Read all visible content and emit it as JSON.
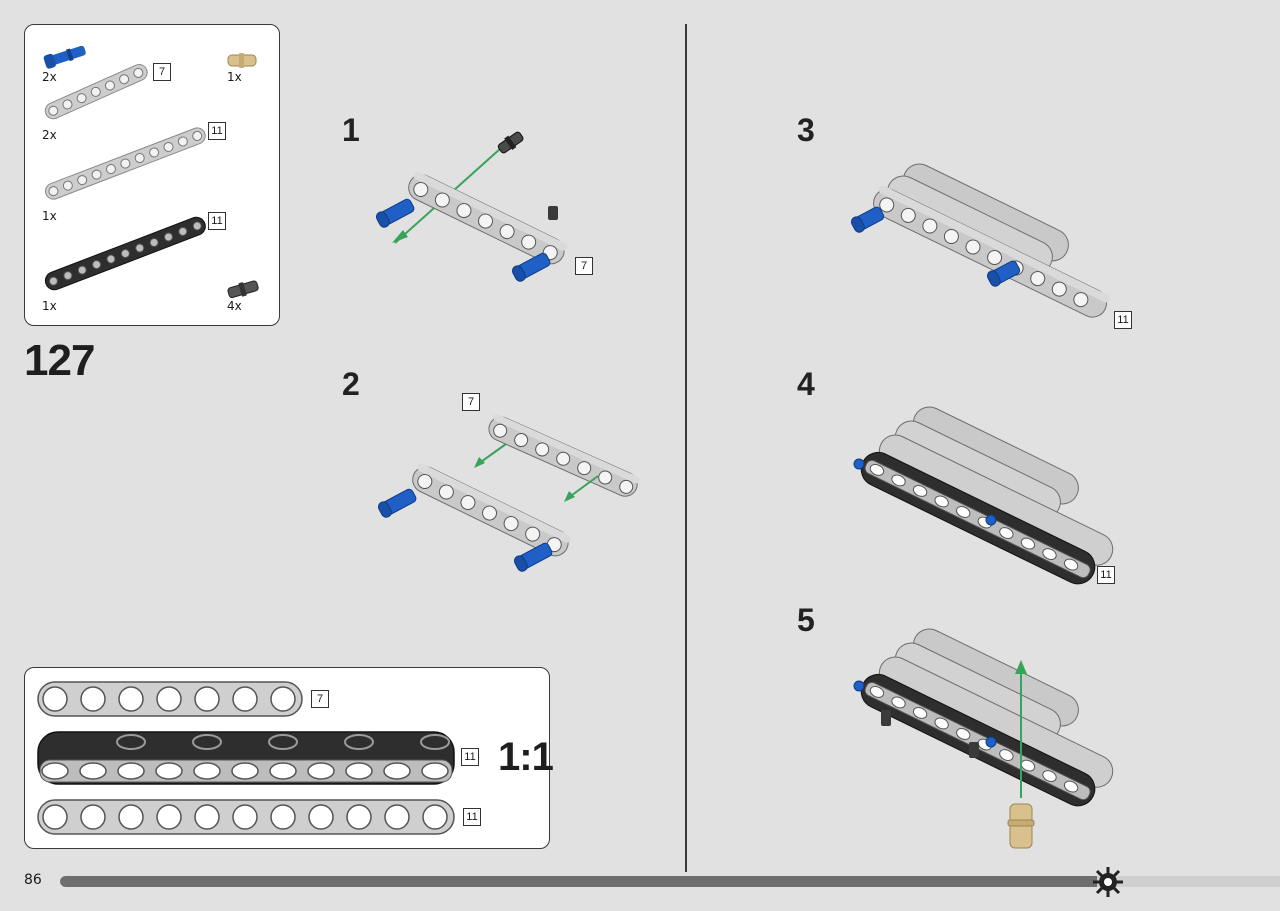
{
  "page": {
    "number": "86",
    "progress": 0.85
  },
  "callout": {
    "step_number": "127",
    "parts": [
      {
        "part": "blue-axle-pin",
        "quantity": "2x"
      },
      {
        "part": "liftarm-7",
        "quantity": "2x",
        "length": "7"
      },
      {
        "part": "tan-pin",
        "quantity": "1x"
      },
      {
        "part": "liftarm-11-grey",
        "quantity": "1x",
        "length": "11"
      },
      {
        "part": "liftarm-11-black",
        "quantity": "1x",
        "length": "11"
      },
      {
        "part": "dark-pin",
        "quantity": "4x"
      }
    ]
  },
  "scale_panel": {
    "ratio": "1:1",
    "beams": [
      {
        "name": "beam-7",
        "length": "7"
      },
      {
        "name": "beam-11-black",
        "length": "11"
      },
      {
        "name": "beam-11-grey",
        "length": "11"
      }
    ]
  },
  "steps": [
    {
      "number": "1",
      "length_label": "7"
    },
    {
      "number": "2",
      "length_label": "7"
    },
    {
      "number": "3",
      "length_label": "11"
    },
    {
      "number": "4",
      "length_label": "11"
    },
    {
      "number": "5"
    }
  ],
  "colors": {
    "background": "#e1e1e1",
    "beam_grey": "#c9c9c9",
    "beam_black": "#2e2e2e",
    "pin_blue": "#1f5fc6",
    "pin_tan": "#d8c18c",
    "arrow_green": "#3aa35a"
  }
}
